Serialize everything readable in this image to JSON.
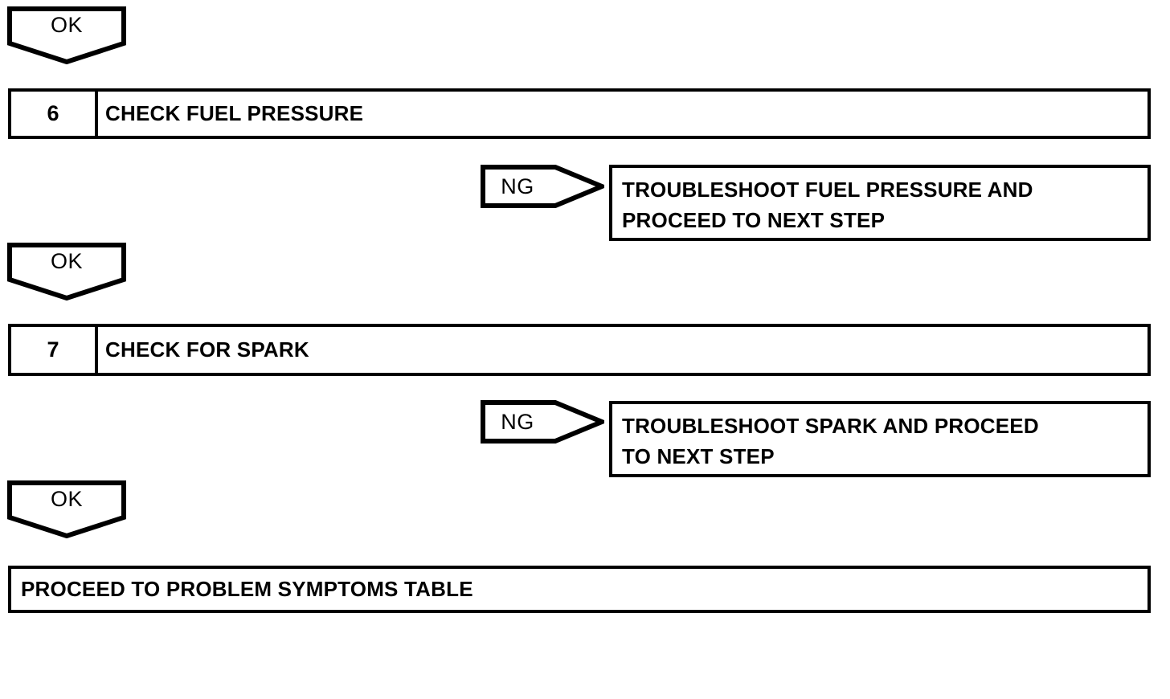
{
  "document": {
    "type": "troubleshooting-flowchart",
    "stroke_color": "#000000",
    "background_color": "#FFFFFF"
  },
  "connectors": {
    "ok_top": {
      "label": "OK"
    },
    "ok_middle": {
      "label": "OK"
    },
    "ok_bottom": {
      "label": "OK"
    },
    "ng_fuel": {
      "label": "NG"
    },
    "ng_spark": {
      "label": "NG"
    }
  },
  "steps": [
    {
      "number": "6",
      "title": "CHECK FUEL PRESSURE",
      "ng_action": {
        "line1": "TROUBLESHOOT FUEL PRESSURE AND",
        "line2": "PROCEED TO NEXT STEP"
      }
    },
    {
      "number": "7",
      "title": "CHECK FOR SPARK",
      "ng_action": {
        "line1": "TROUBLESHOOT SPARK AND PROCEED",
        "line2": "TO NEXT STEP"
      }
    }
  ],
  "final": {
    "label": "PROCEED TO PROBLEM SYMPTOMS TABLE"
  }
}
